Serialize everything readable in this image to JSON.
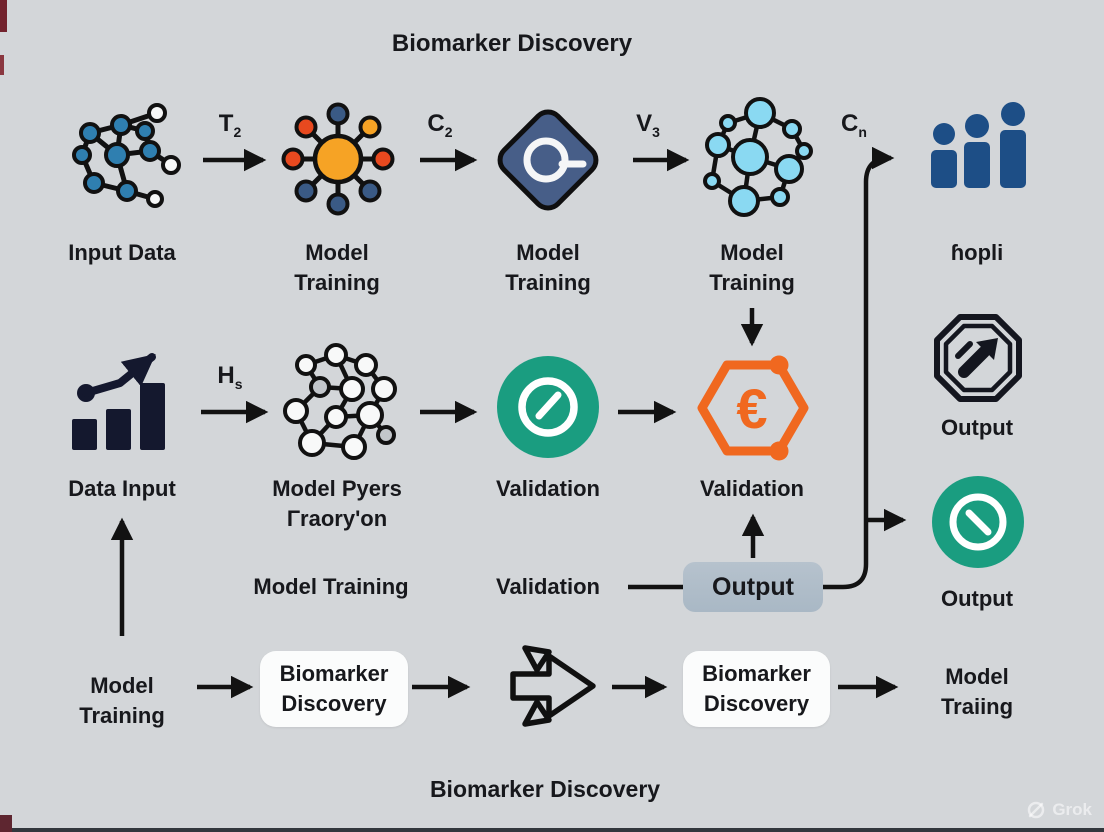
{
  "title": "Biomarker Discovery",
  "edges": {
    "t": {
      "main": "T",
      "sub": "2"
    },
    "c2": {
      "main": "C",
      "sub": "2"
    },
    "v3": {
      "main": "V",
      "sub": "3"
    },
    "cn": {
      "main": "C",
      "sub": "n"
    },
    "hs": {
      "main": "H",
      "sub": "s"
    }
  },
  "row1": {
    "input_data_label": "Input Data",
    "model_training_1": "Model Training",
    "model_training_2": "Model Training",
    "model_training_3": "Model Training",
    "people_label": "ɦopli"
  },
  "row2": {
    "data_input_label": "Data Input",
    "cluster_line1": "Model Pyers",
    "cluster_line2": "Γraory'on",
    "validation_1": "Validation",
    "validation_2": "Validation"
  },
  "right_column": {
    "output_1": "Output",
    "output_2": "Output"
  },
  "row3": {
    "model_training": "Model Training",
    "validation": "Validation",
    "output_box": "Output"
  },
  "row4": {
    "model_training": "Model Training",
    "biomarker_1": "Biomarker Discovery",
    "biomarker_2": "Biomarker Discovery",
    "model_traiing": "Model Traiing"
  },
  "footer": {
    "title": "Biomarker Discovery"
  },
  "watermark": {
    "label": "Grok"
  },
  "icons": {
    "hex_symbol": "€",
    "names": [
      "network-graph-icon",
      "hub-spoke-icon",
      "diamond-refresh-icon",
      "blue-cluster-icon",
      "people-bars-icon",
      "bar-chart-rise-icon",
      "white-cluster-icon",
      "gauge-green-icon",
      "hexagon-euro-icon",
      "octagon-arrow-icon",
      "circle-slash-green-icon",
      "double-arrow-icon",
      "grok-logo-icon"
    ]
  },
  "colors": {
    "background": "#d3d6d9",
    "node_blue": "#2f7fb0",
    "hub_orange": "#f6a325",
    "satellite_navy": "#3a5a85",
    "satellite_red": "#e8491f",
    "diamond_slate": "#475e88",
    "cluster_light_blue": "#8ad9f2",
    "people_blue": "#1d4e86",
    "chart_navy": "#14182e",
    "gauge_green": "#1a9d80",
    "hex_orange": "#f0681f",
    "output_box_gray": "#aebdc9",
    "line_black": "#121212"
  }
}
